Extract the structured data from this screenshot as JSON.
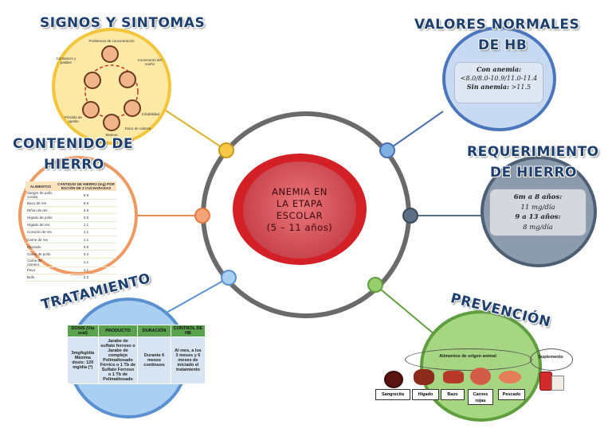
{
  "center": {
    "title_lines": [
      "ANEMIA EN",
      "LA ETAPA",
      "ESCOLAR",
      "(5 – 11 años)"
    ]
  },
  "signos": {
    "heading": "SIGNOS Y SINTOMAS",
    "labels": [
      "Problemas de concentración",
      "Cansancio y palidez",
      "Incremento del sueño",
      "Pérdida de apetito",
      "Irritabilidad",
      "Dolor de cabeza",
      "Mareos"
    ]
  },
  "valores": {
    "heading_lines": [
      "VALORES NORMALES",
      "DE HB"
    ],
    "con_label": "Con anemia:",
    "con_value": "<8.0/8.0-10.9/11.0-11.4",
    "sin_label": "Sin anemia:",
    "sin_value": ">11.5"
  },
  "contenido": {
    "heading_lines": [
      "CONTENIDO DE",
      "HIERRO"
    ],
    "columns": [
      "ALIMENTOS",
      "CANTIDAD DE HIERRO (mg) POR RACIÓN DE 2 CUCHARADAS"
    ],
    "rows": [
      [
        "Sangre de pollo cocida",
        "8.9"
      ],
      [
        "Bazo de res",
        "8.5"
      ],
      [
        "Riñon de res",
        "2.6"
      ],
      [
        "Hígado de pollo",
        "2.6"
      ],
      [
        "Hígado de res",
        "1.1"
      ],
      [
        "Corazón de res",
        "1.1"
      ],
      [
        "Carne de res",
        "1.1"
      ],
      [
        "Pescado",
        "0.9"
      ],
      [
        "Carne de pollo",
        "0.3"
      ],
      [
        "Carne de carnero",
        "1.1"
      ],
      [
        "Pavo",
        "1.1"
      ],
      [
        "Bofe",
        "2.2"
      ]
    ]
  },
  "requerimiento": {
    "heading_lines": [
      "REQUERIMIENTO",
      "DE HIERRO"
    ],
    "lines": [
      "6m a 8 años:",
      "11 mg/día",
      "9 a 13 años:",
      "8 mg/día"
    ]
  },
  "tratamiento": {
    "heading": "TRATAMIENTO",
    "columns": [
      "DOSIS (Vía oral)",
      "PRODUCTO",
      "DURACIÓN",
      "CONTROL DE HB"
    ],
    "row": [
      "3mg/kg/día Máxima dosis: 120 mg/día (*)",
      "Jarabe de sulfato ferroso o Jarabe de complejo Polimaltosado Férrico o 1 Tb de Sulfato Ferroso o 1 Tb de Polimaltosado",
      "Durante 6 meses continuos",
      "Al mes, a los 3 meses y 6 meses de iniciado el tratamiento"
    ]
  },
  "prevencion": {
    "heading": "PREVENCIÓN",
    "group_label": "Alimentos de origen animal",
    "suplemento_label": "Suplemento",
    "foods": [
      "Sangrecita",
      "Hígado",
      "Bazo",
      "Carnes rojas",
      "Pescado"
    ]
  },
  "colors": {
    "yellow": "#f5c945",
    "blue": "#5a86c8",
    "orange": "#ef9a63",
    "slate": "#596b80",
    "lightblue": "#7fb2e2",
    "green": "#7dbb5a",
    "red": "#c92b2b",
    "ring": "#6a6a6a"
  }
}
